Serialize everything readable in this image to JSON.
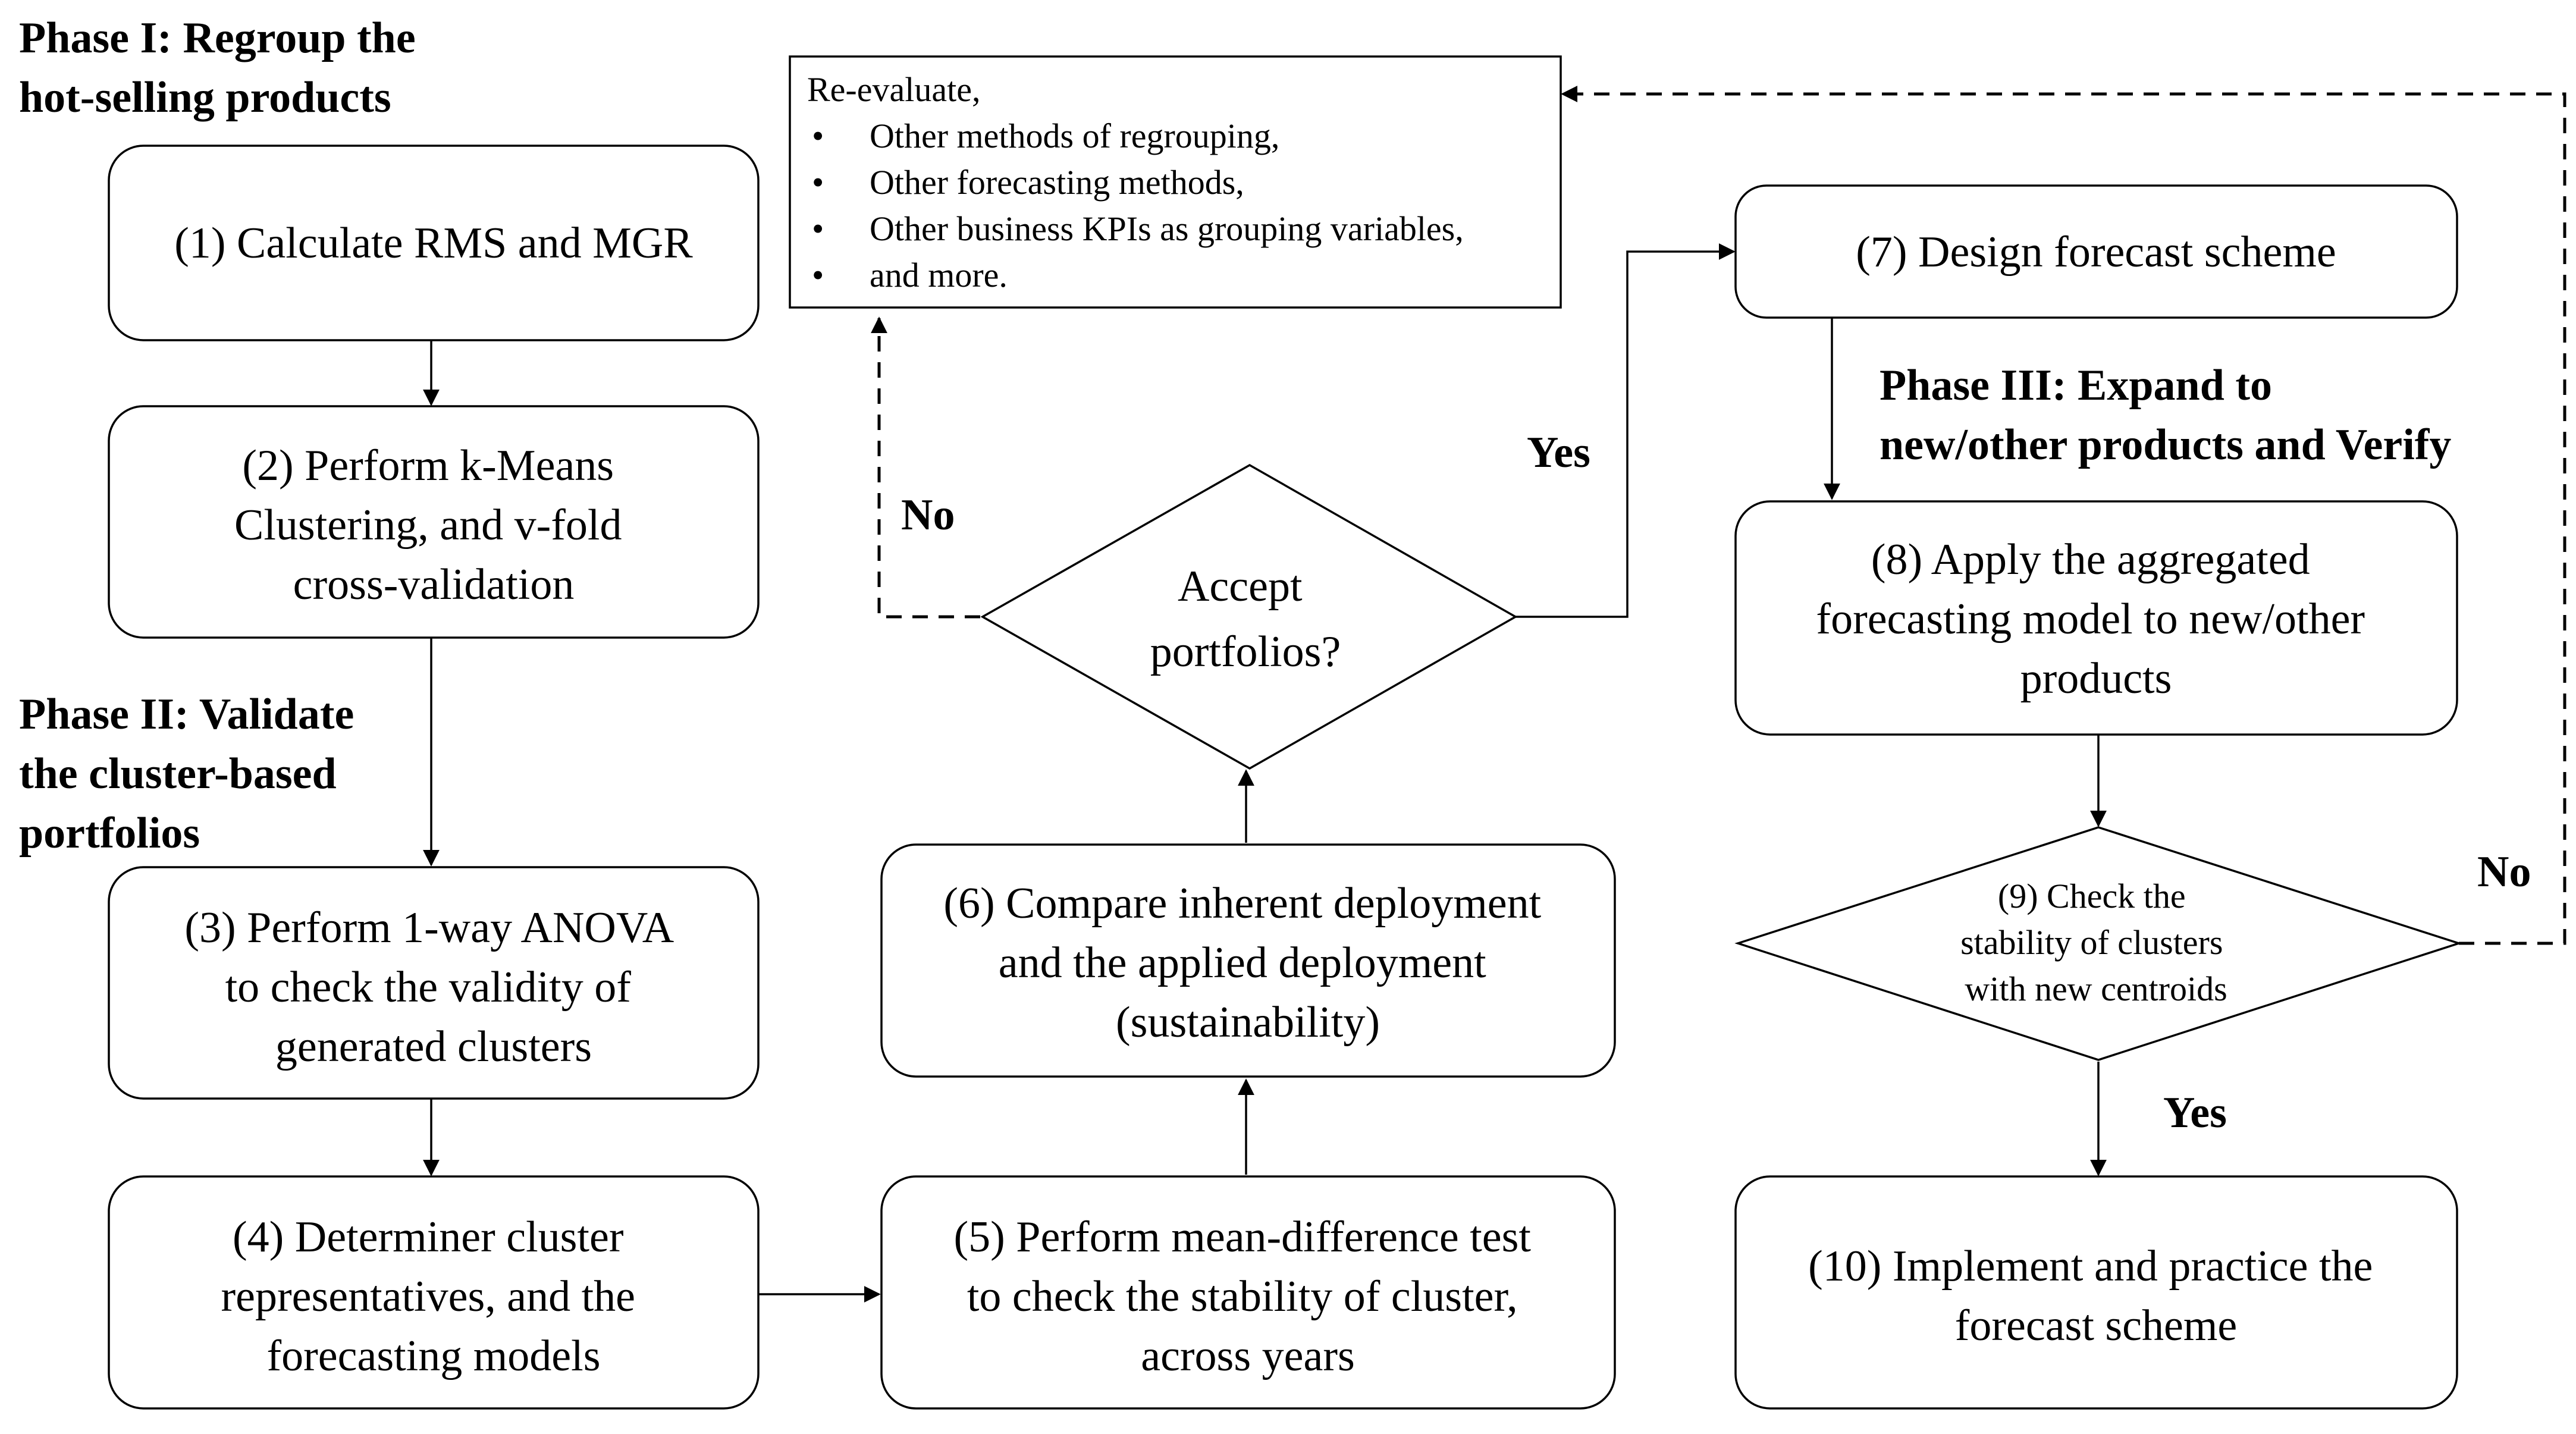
{
  "phases": {
    "phase1": [
      "Phase I: Regroup the",
      "hot-selling products"
    ],
    "phase2": [
      "Phase II: Validate",
      "the cluster-based",
      "portfolios"
    ],
    "phase3": [
      "Phase III: Expand to",
      "new/other products and Verify"
    ]
  },
  "steps": {
    "s1": [
      "(1) Calculate RMS and MGR"
    ],
    "s2": [
      "(2) Perform k-Means",
      "Clustering, and v-fold",
      "cross-validation"
    ],
    "s3": [
      "(3) Perform 1-way ANOVA",
      "to check the validity of",
      "generated clusters"
    ],
    "s4": [
      "(4) Determiner cluster",
      "representatives, and the",
      "forecasting models"
    ],
    "s5": [
      "(5) Perform mean-difference test",
      "to check the stability of cluster,",
      "across years"
    ],
    "s6": [
      "(6) Compare inherent deployment",
      "and the applied deployment",
      "(sustainability)"
    ],
    "s7": [
      "(7) Design forecast scheme"
    ],
    "s8": [
      "(8) Apply the aggregated",
      "forecasting model to new/other",
      "products"
    ],
    "s10": [
      "(10) Implement and practice the",
      "forecast scheme"
    ]
  },
  "decisions": {
    "accept": [
      "Accept",
      "portfolios?"
    ],
    "check": [
      "(9) Check the",
      "stability of clusters",
      "with new centroids"
    ]
  },
  "reevaluate": {
    "heading": "Re-evaluate,",
    "items": [
      "Other methods of regrouping,",
      "Other forecasting methods,",
      "Other business KPIs as grouping variables,",
      "and more."
    ],
    "bullet": "•"
  },
  "edge_labels": {
    "accept_yes": "Yes",
    "accept_no": "No",
    "check_yes": "Yes",
    "check_no": "No"
  }
}
